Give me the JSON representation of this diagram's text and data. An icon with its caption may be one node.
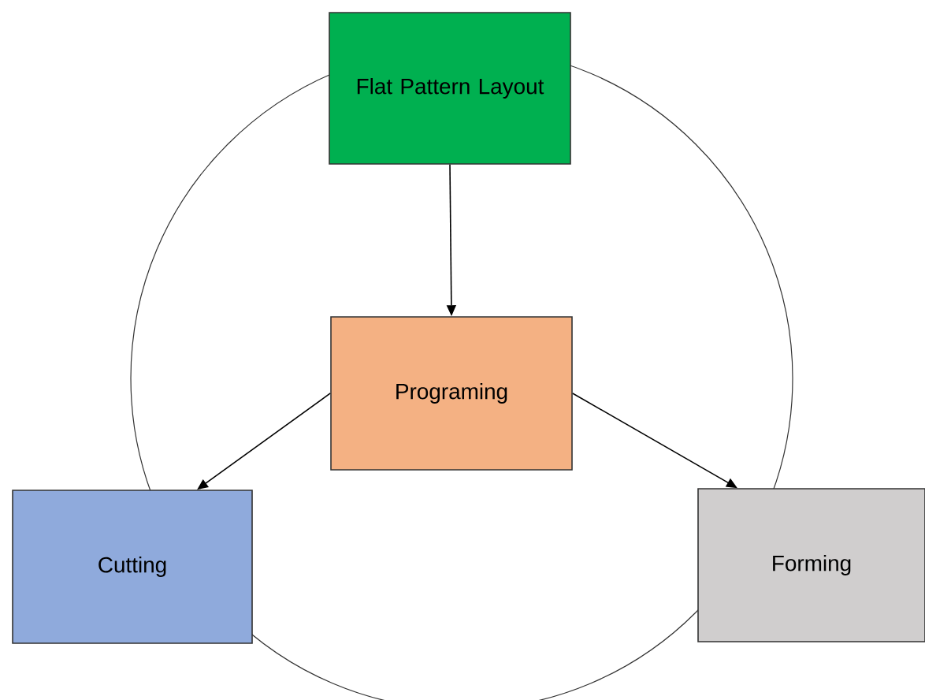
{
  "diagram": {
    "nodes": [
      {
        "text": [
          "Flat Pattern Layout"
        ]
      },
      {
        "text": [
          "Programing"
        ]
      },
      {
        "text": [
          "Cutting"
        ]
      },
      {
        "text": [
          "Forming"
        ]
      }
    ],
    "edges": [
      {
        "from": 0,
        "to": 1,
        "arrow": "to"
      },
      {
        "from": 1,
        "to": 2,
        "arrow": "to"
      },
      {
        "from": 1,
        "to": 3,
        "arrow": "to"
      }
    ]
  }
}
